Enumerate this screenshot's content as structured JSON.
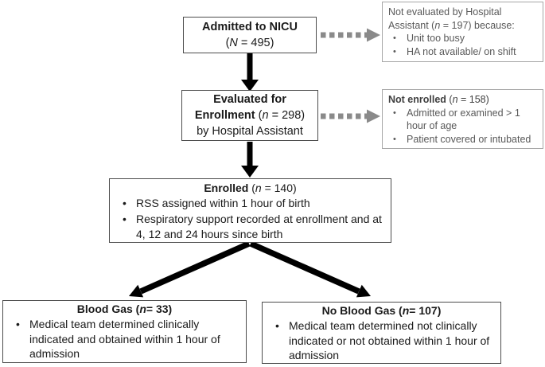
{
  "boxes": {
    "admitted": {
      "title": "Admitted to NICU",
      "count_pre": "(",
      "count_var": "N",
      "count_post": " = 495)"
    },
    "not_evaluated": {
      "line1": "Not evaluated by Hospital",
      "line2_pre": "Assistant (",
      "line2_var": "n",
      "line2_post": " = 197) because:",
      "bullets": [
        "Unit too busy",
        "HA not available/ on shift"
      ]
    },
    "evaluated": {
      "line1": "Evaluated for",
      "line2_bold": "Enrollment",
      "line2_pre": " (",
      "line2_var": "n",
      "line2_post": " = 298)",
      "line3": "by Hospital Assistant"
    },
    "not_enrolled": {
      "title": "Not enrolled",
      "count_pre": " (",
      "count_var": "n",
      "count_post": " = 158)",
      "bullets": [
        "Admitted or examined > 1 hour of age",
        "Patient covered or intubated"
      ]
    },
    "enrolled": {
      "title": "Enrolled",
      "count_pre": " (",
      "count_var": "n",
      "count_post": " = 140)",
      "bullets": [
        "RSS assigned within 1 hour of birth",
        "Respiratory support recorded at enrollment and at 4, 12 and 24 hours since birth"
      ]
    },
    "blood_gas": {
      "title_pre": "Blood Gas (",
      "title_var": "n",
      "title_post": "= 33)",
      "bullets": [
        "Medical team determined clinically indicated and obtained within 1 hour of admission"
      ]
    },
    "no_blood_gas": {
      "title_pre": "No Blood Gas (",
      "title_var": "n",
      "title_post": "= 107)",
      "bullets": [
        "Medical team determined not clinically indicated or not obtained within 1 hour of admission"
      ]
    }
  },
  "colors": {
    "main_box_border": "#4d4d4d",
    "side_box_border": "#a6a6a6",
    "side_text": "#595959",
    "solid_arrow": "#000000",
    "dashed_arrow": "#8a8a8a",
    "background": "#ffffff"
  }
}
